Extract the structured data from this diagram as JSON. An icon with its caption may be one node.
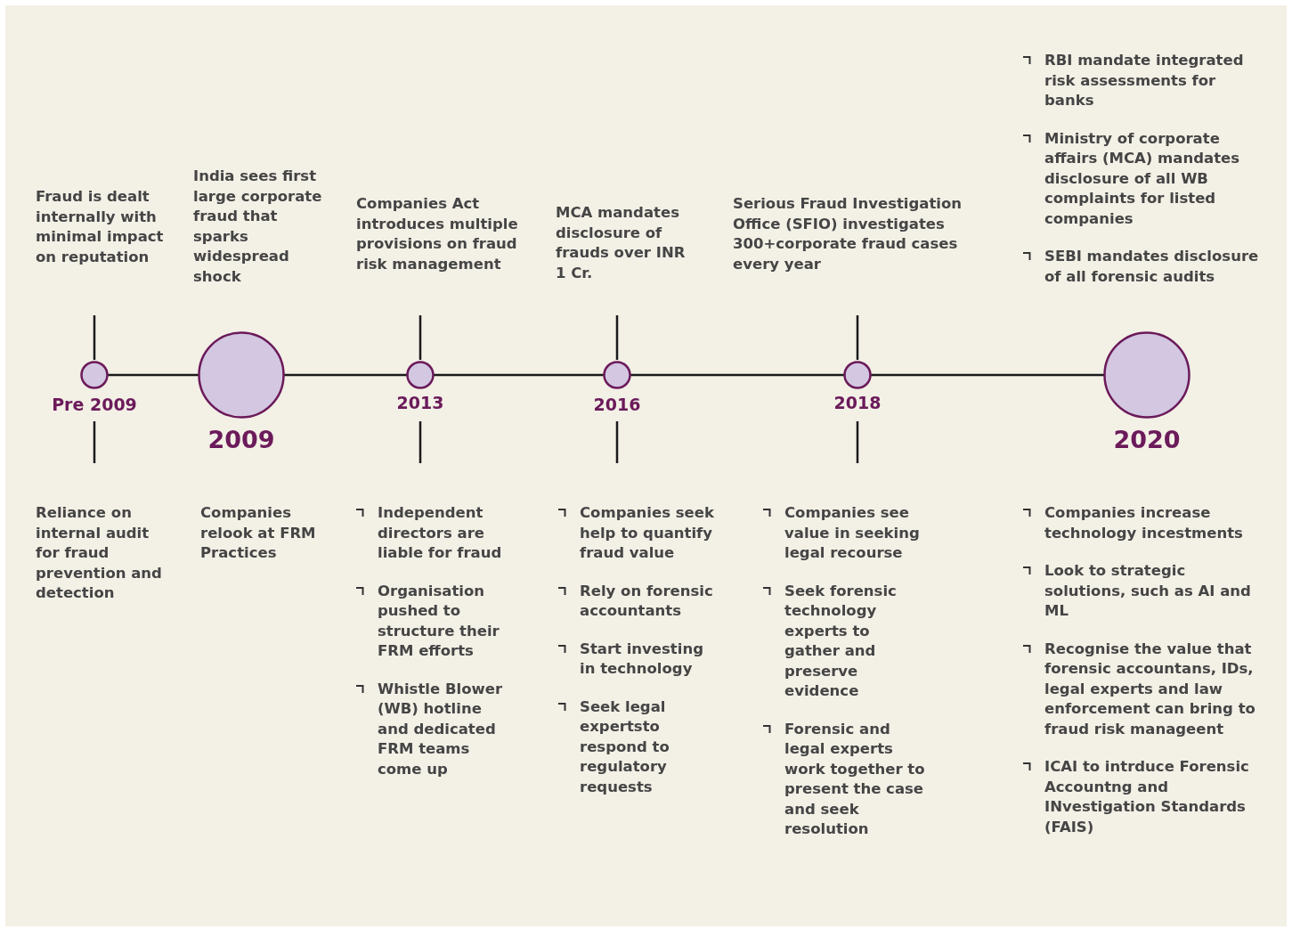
{
  "diagram": {
    "nodes": [
      {
        "text": [
          "Pre 2009"
        ]
      },
      {
        "text": [
          "2009"
        ]
      },
      {
        "text": [
          "2013"
        ]
      },
      {
        "text": [
          "2016"
        ]
      },
      {
        "text": [
          "2018"
        ]
      },
      {
        "text": [
          "2020"
        ]
      }
    ],
    "edges": [
      {
        "from": 0,
        "to": 1,
        "arrow": "none"
      },
      {
        "from": 1,
        "to": 2,
        "arrow": "none"
      },
      {
        "from": 2,
        "to": 3,
        "arrow": "none"
      },
      {
        "from": 3,
        "to": 4,
        "arrow": "none"
      },
      {
        "from": 4,
        "to": 5,
        "arrow": "none"
      }
    ],
    "labels": [
      "Fraud is dealt internally with minimal impact on reputation",
      "India sees first large corporate fraud that sparks widespread shock",
      "Companies Act introduces multiple provisions on fraud risk management",
      "MCA mandates disclosure of frauds over INR 1 Cr.",
      "Serious Fraud Investigation Office (SFIO) investigates 300+corporate fraud cases every year",
      "RBI mandate integrated risk assessments for banks",
      "Ministry of corporate affairs (MCA) mandates disclosure of all WB complaints for listed companies",
      "SEBI mandates disclosure of all forensic audits",
      "Reliance on internal audit for fraud prevention and detection",
      "Companies relook at FRM Practices",
      "Independent directors are liable for fraud",
      "Organisation pushed to structure their FRM efforts",
      "Whistle Blower (WB) hotline and dedicated FRM teams come up",
      "Companies seek help to quantify fraud value",
      "Rely on forensic accountants",
      "Start investing in technology",
      "Seek legal expertsto respond to regulatory requests",
      "Companies see value in seeking legal recourse",
      "Seek forensic technology experts to gather and preserve evidence",
      "Forensic and legal experts work together to present the case and seek resolution",
      "Companies increase technology incestments",
      "Look to strategic solutions, such as AI and ML",
      "Recognise the value that forensic accountans, IDs, legal experts and law enforcement can bring to fraud risk manageent",
      "ICAI to intrduce Forensic Accountng and INvestigation Standards (FAIS)"
    ]
  }
}
